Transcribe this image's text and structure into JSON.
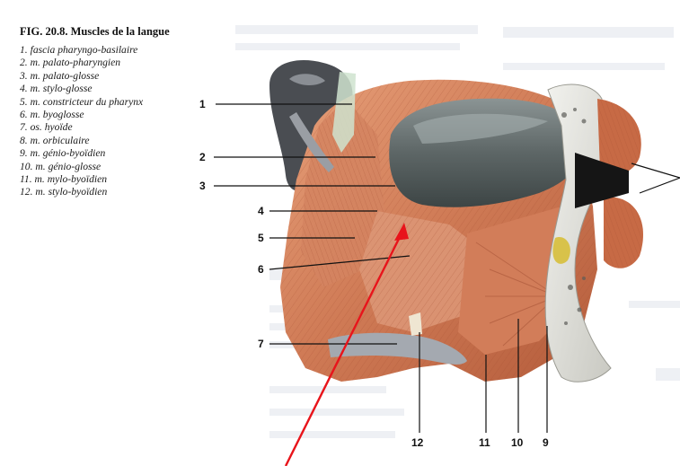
{
  "figure": {
    "title": "FIG. 20.8. Muscles de la langue",
    "legend": [
      {
        "num": "1.",
        "label": "fascia pharyngo-basilaire"
      },
      {
        "num": "2.",
        "label": "m. palato-pharyngien"
      },
      {
        "num": "3.",
        "label": "m. palato-glosse"
      },
      {
        "num": "4.",
        "label": "m. stylo-glosse"
      },
      {
        "num": "5.",
        "label": "m. constricteur du pharynx"
      },
      {
        "num": "6.",
        "label": "m. byoglosse"
      },
      {
        "num": "7.",
        "label": "os. hyoïde"
      },
      {
        "num": "8.",
        "label": "m. orbiculaire"
      },
      {
        "num": "9.",
        "label": "m. génio-byoïdien"
      },
      {
        "num": "10.",
        "label": "m. génio-glosse"
      },
      {
        "num": "11.",
        "label": "m. mylo-byoïdien"
      },
      {
        "num": "12.",
        "label": "m. stylo-byoïdien"
      }
    ],
    "callouts": {
      "c1": "1",
      "c2": "2",
      "c3": "3",
      "c4": "4",
      "c5": "5",
      "c6": "6",
      "c7": "7",
      "c12": "12",
      "c11": "11",
      "c10": "10",
      "c9": "9"
    },
    "annotation_color": "#e8141b"
  }
}
